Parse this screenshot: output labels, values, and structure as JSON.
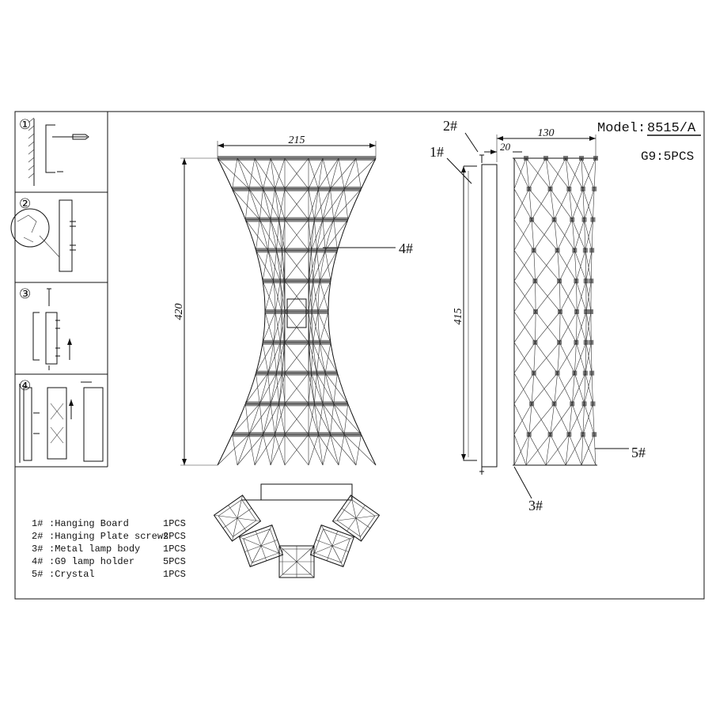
{
  "title_block": {
    "model_label": "Model:",
    "model_value": "8515/A",
    "bulb_spec": "G9:5PCS"
  },
  "steps": [
    "①",
    "②",
    "③",
    "④"
  ],
  "dimensions": {
    "front_width": "215",
    "front_height": "420",
    "side_depth": "130",
    "board_offset": "20",
    "side_height": "415"
  },
  "callouts": {
    "p1": "1#",
    "p2": "2#",
    "p3": "3#",
    "p4": "4#",
    "p5": "5#"
  },
  "parts_list": [
    {
      "no": "1#",
      "name": ":Hanging Board",
      "qty": "1PCS"
    },
    {
      "no": "2#",
      "name": ":Hanging Plate screws",
      "qty": "2PCS"
    },
    {
      "no": "3#",
      "name": ":Metal lamp body",
      "qty": "1PCS"
    },
    {
      "no": "4#",
      "name": ":G9 lamp holder",
      "qty": "5PCS"
    },
    {
      "no": "5#",
      "name": ":Crystal",
      "qty": "1PCS"
    }
  ]
}
